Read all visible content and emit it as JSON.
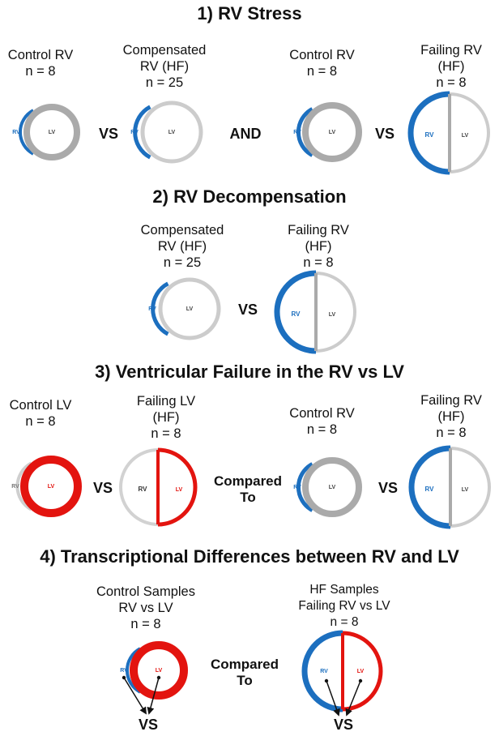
{
  "colors": {
    "rv": "#1c6fbf",
    "lv_gray": "#aaaaaa",
    "lv_light": "#cccccc",
    "lv_red": "#e3140f"
  },
  "s1": {
    "title": "1) RV Stress",
    "g1": [
      "Control RV",
      "n = 8"
    ],
    "g2": [
      "Compensated",
      "RV (HF)",
      "n = 25"
    ],
    "g3": [
      "Control RV",
      "n = 8"
    ],
    "g4": [
      "Failing RV",
      "(HF)",
      "n = 8"
    ],
    "vs1": "VS",
    "and": "AND",
    "vs2": "VS"
  },
  "s2": {
    "title": "2) RV Decompensation",
    "g1": [
      "Compensated",
      "RV (HF)",
      "n = 25"
    ],
    "g2": [
      "Failing RV",
      "(HF)",
      "n = 8"
    ],
    "vs": "VS"
  },
  "s3": {
    "title": "3) Ventricular Failure in the RV vs LV",
    "g1": [
      "Control LV",
      "n = 8"
    ],
    "g2": [
      "Failing LV",
      "(HF)",
      "n = 8"
    ],
    "g3": [
      "Control RV",
      "n = 8"
    ],
    "g4": [
      "Failing RV",
      "(HF)",
      "n = 8"
    ],
    "vs1": "VS",
    "compared": [
      "Compared",
      "To"
    ],
    "vs2": "VS"
  },
  "s4": {
    "title": "4) Transcriptional Differences between RV and LV",
    "g1": [
      "Control Samples",
      "RV vs LV",
      "n = 8"
    ],
    "g2": [
      "HF Samples",
      "Failing RV vs LV",
      "n = 8"
    ],
    "compared": [
      "Compared",
      "To"
    ],
    "vs_left": "VS",
    "vs_right": "VS"
  },
  "labels": {
    "rv": "RV",
    "lv": "LV"
  }
}
